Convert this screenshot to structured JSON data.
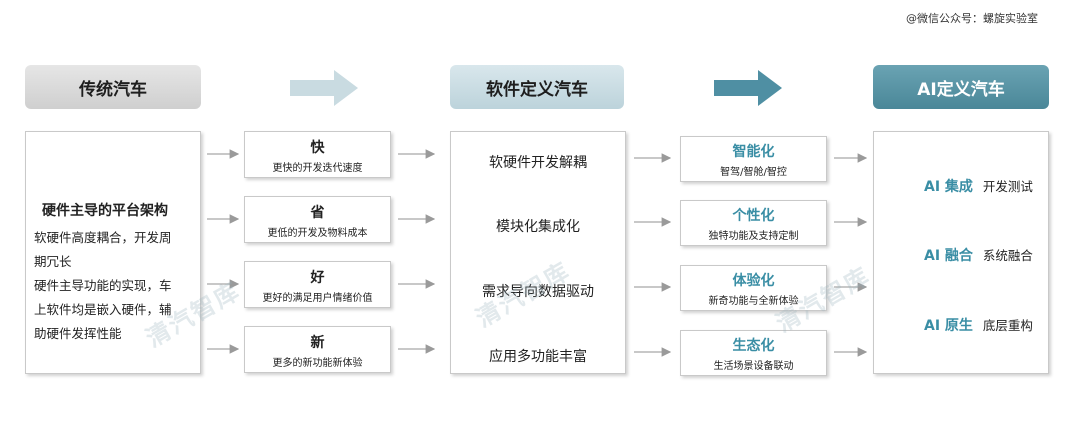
{
  "credit": "@微信公众号：螺旋实验室",
  "headers": {
    "traditional": "传统汽车",
    "sdv": "软件定义汽车",
    "ai": "AI定义汽车"
  },
  "traditional": {
    "title": "硬件主导的平台架构",
    "lines": [
      "软硬件高度耦合，开发周",
      "期冗长",
      "硬件主导功能的实现，车",
      "上软件均是嵌入硬件，辅",
      "助硬件发挥性能"
    ]
  },
  "shifts": [
    {
      "title": "快",
      "sub": "更快的开发迭代速度"
    },
    {
      "title": "省",
      "sub": "更低的开发及物料成本"
    },
    {
      "title": "好",
      "sub": "更好的满足用户情绪价值"
    },
    {
      "title": "新",
      "sub": "更多的新功能新体验"
    }
  ],
  "sdv_items": [
    "软硬件开发解耦",
    "模块化集成化",
    "需求导向数据驱动",
    "应用多功能丰富"
  ],
  "capabilities": [
    {
      "title": "智能化",
      "sub": "智驾/智舱/智控"
    },
    {
      "title": "个性化",
      "sub": "独特功能及支持定制"
    },
    {
      "title": "体验化",
      "sub": "新奇功能与全新体验"
    },
    {
      "title": "生态化",
      "sub": "生活场景设备联动"
    }
  ],
  "ai_steps": [
    {
      "key": "AI 集成",
      "desc": "开发测试"
    },
    {
      "key": "AI 融合",
      "desc": "系统融合"
    },
    {
      "key": "AI 原生",
      "desc": "底层重构"
    }
  ],
  "watermark": "清汽智库",
  "colors": {
    "accent": "#3a8ea5",
    "ai_header": "#4a8798",
    "sdv_header": "#c6dbe2",
    "traditional_header": "#d8d8d8"
  }
}
